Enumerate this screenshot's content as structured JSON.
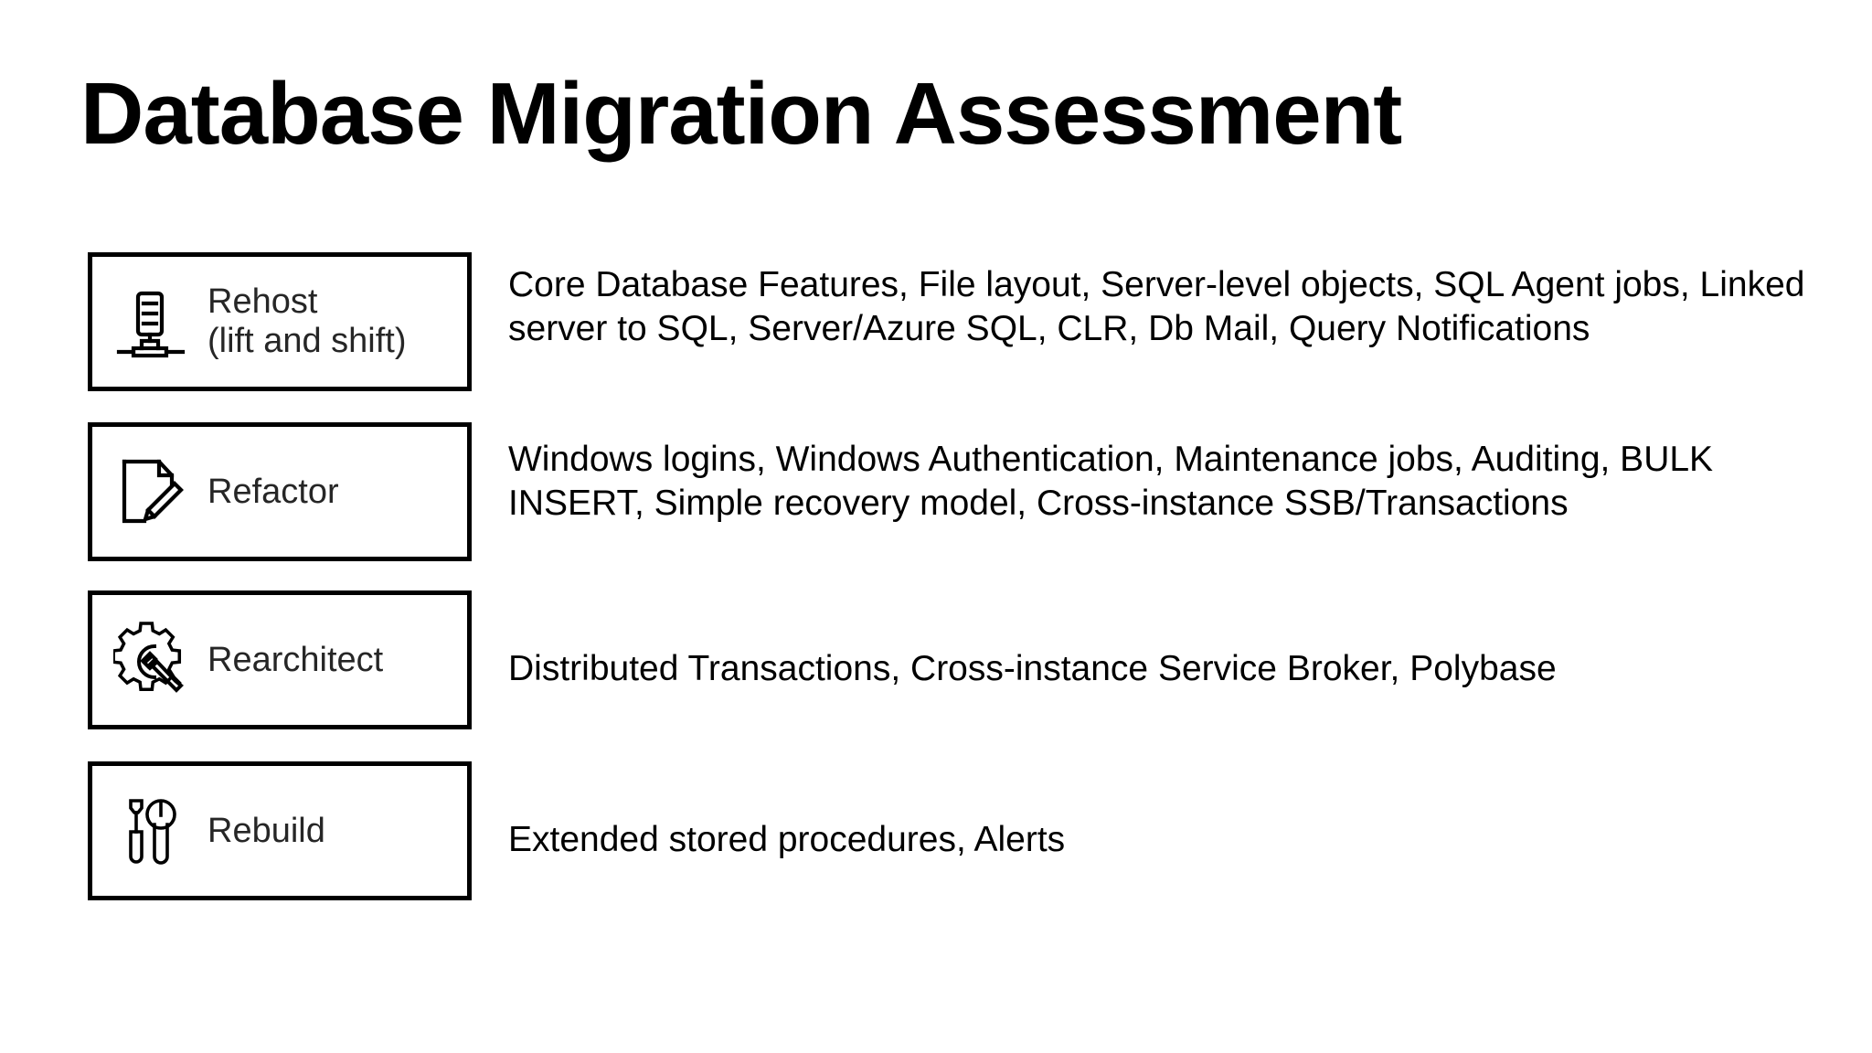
{
  "slide": {
    "title": "Database Migration Assessment",
    "background_color": "#ffffff",
    "text_color": "#000000",
    "label_color": "#262626"
  },
  "rows": [
    {
      "icon": "server-rack-icon",
      "label": "Rehost\n(lift and shift)",
      "description": "Core Database Features, File layout, Server-level objects, SQL Agent jobs, Linked server to SQL, Server/Azure SQL, CLR, Db Mail, Query Notifications"
    },
    {
      "icon": "document-pencil-icon",
      "label": "Refactor",
      "description": "Windows logins, Windows Authentication, Maintenance jobs, Auditing, BULK INSERT, Simple recovery model, Cross-instance SSB/Transactions"
    },
    {
      "icon": "gear-wrench-icon",
      "label": "Rearchitect",
      "description": "Distributed Transactions, Cross-instance Service Broker, Polybase"
    },
    {
      "icon": "screwdriver-wrench-icon",
      "label": "Rebuild",
      "description": "Extended stored procedures, Alerts"
    }
  ]
}
